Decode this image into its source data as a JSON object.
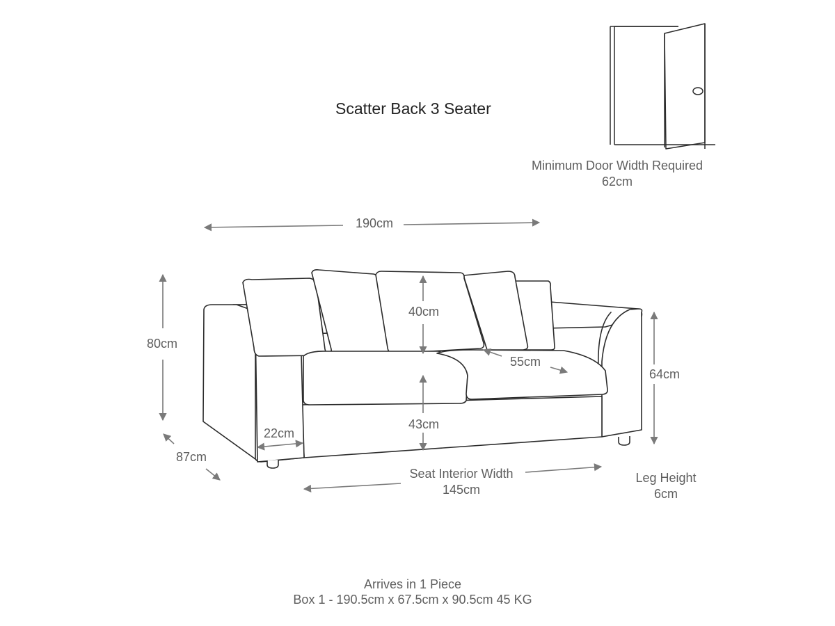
{
  "title": "Scatter Back 3 Seater",
  "door": {
    "label": "Minimum Door Width Required",
    "value": "62cm",
    "icon": "door-icon"
  },
  "dimensions": {
    "width": "190cm",
    "height": "80cm",
    "depth": "87cm",
    "back_cushion": "40cm",
    "seat_depth": "55cm",
    "arm_height": "64cm",
    "arm_width": "22cm",
    "seat_height": "43cm",
    "seat_interior_label": "Seat Interior Width",
    "seat_interior_value": "145cm",
    "leg_height_label": "Leg Height",
    "leg_height_value": "6cm"
  },
  "packaging": {
    "line1": "Arrives in 1 Piece",
    "line2": "Box 1 - 190.5cm x 67.5cm x 90.5cm 45 KG"
  },
  "colors": {
    "outline": "#2b2b2b",
    "dimension": "#7a7a7a",
    "text": "#5e5e5e"
  }
}
